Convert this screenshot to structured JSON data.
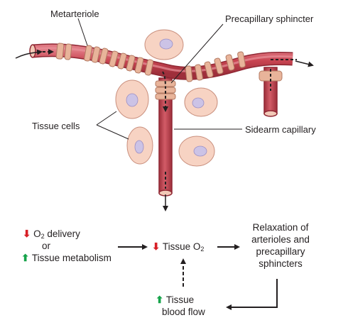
{
  "labels": {
    "metarteriole": "Metarteriole",
    "precapillary_sphincter": "Precapillary sphincter",
    "tissue_cells": "Tissue cells",
    "sidearm_capillary": "Sidearm capillary"
  },
  "flowchart": {
    "o2": "O",
    "o2_sub": "2",
    "delivery": " delivery",
    "or": "or",
    "tissue_metabolism": "Tissue metabolism",
    "tissue": "Tissue O",
    "relaxation_line1": "Relaxation of",
    "relaxation_line2": "arterioles and",
    "relaxation_line3": "precapillary",
    "relaxation_line4": "sphincters",
    "blood_flow_line1": "Tissue",
    "blood_flow_line2": "blood flow",
    "down_arrow": "⬇",
    "up_arrow": "⬆"
  },
  "colors": {
    "vessel": "#c94552",
    "vessel_dark": "#8f2733",
    "band": "#e8b49a",
    "cell": "#f7d3c3",
    "nucleus": "#ccc3e6",
    "decrease": "#d71f26",
    "increase": "#16a34a"
  }
}
